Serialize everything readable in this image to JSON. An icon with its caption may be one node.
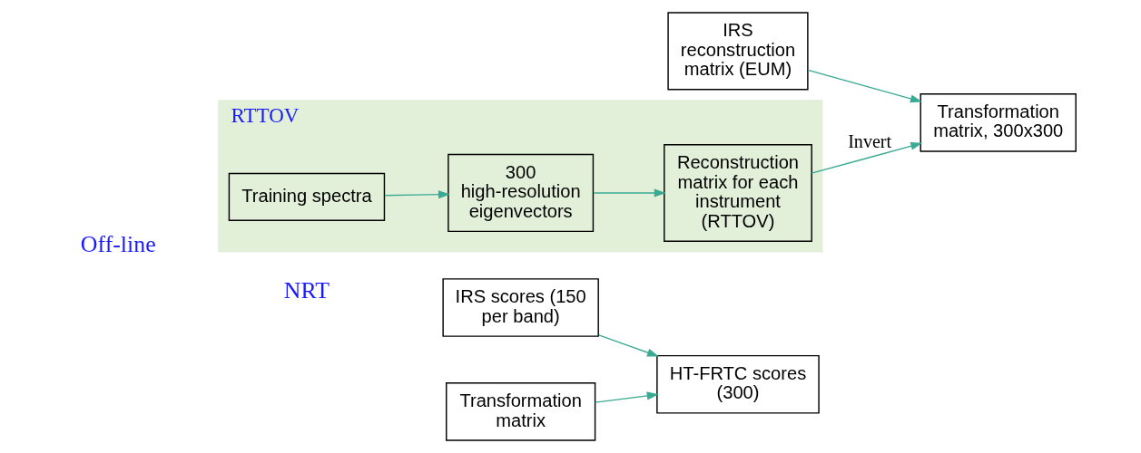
{
  "diagram": {
    "nodes": [
      {
        "text": [
          "RTTOV"
        ]
      },
      {
        "text": [
          "Training spectra"
        ],
        "in": 0
      },
      {
        "text": [
          "300 high-resolution eigenvectors"
        ],
        "in": 0
      },
      {
        "text": [
          "Reconstruction matrix for each instrument (RTTOV)"
        ],
        "in": 0
      },
      {
        "text": [
          "Transformation matrix, 300x300"
        ]
      },
      {
        "text": [
          "IRS reconstruction matrix (EUM)"
        ]
      },
      {
        "text": [
          "IRS scores (150 per band)"
        ]
      },
      {
        "text": [
          "HT-FRTC scores (300)"
        ]
      },
      {
        "text": [
          "Transformation matrix"
        ]
      }
    ],
    "edges": [
      {
        "from": 1,
        "to": 2,
        "arrow": "to"
      },
      {
        "from": 2,
        "to": 3,
        "arrow": "to"
      },
      {
        "from": 3,
        "to": 4,
        "arrow": "to",
        "label": "Invert"
      },
      {
        "from": 5,
        "to": 4,
        "arrow": "to"
      },
      {
        "from": 6,
        "to": 7,
        "arrow": "to"
      },
      {
        "from": 8,
        "to": 7,
        "arrow": "to"
      }
    ],
    "labels": [
      "Off-line",
      "NRT"
    ]
  }
}
